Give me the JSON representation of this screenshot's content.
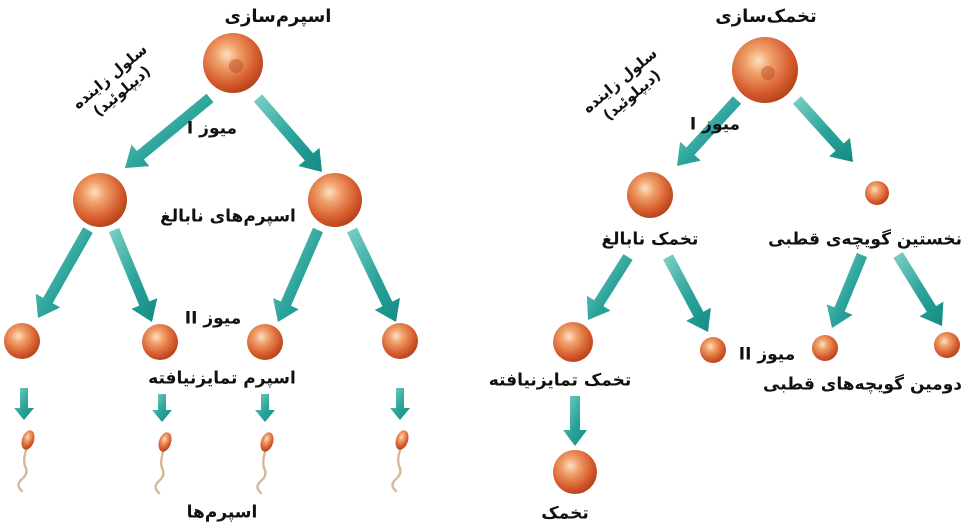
{
  "spermatogenesis": {
    "title": "اسپرم‌سازی",
    "germ_cell_label": "سلول زاینده",
    "germ_cell_ploidy": "(دیپلوئید)",
    "meiosis1": "میوز I",
    "immature": "اسپرم‌های نابالغ",
    "meiosis2": "میوز II",
    "undifferentiated": "اسپرم تمایزنیافته",
    "final": "اسپرم‌ها"
  },
  "oogenesis": {
    "title": "تخمک‌سازی",
    "germ_cell_label": "سلول زاینده",
    "germ_cell_ploidy": "(دیپلوئید)",
    "meiosis1": "میوز I",
    "immature": "تخمک نابالغ",
    "first_polar_body": "نخستین گویچه‌ی قطبی",
    "meiosis2": "میوز II",
    "undifferentiated": "تخمک تمایزنیافته",
    "second_polar_bodies": "دومین گویچه‌های قطبی",
    "final": "تخمک"
  },
  "colors": {
    "cell": "#d9643a",
    "cell_highlight": "#fbd3ad",
    "arrow": "#2aa39a",
    "sperm_tail": "#d6b899",
    "text": "#111111"
  }
}
